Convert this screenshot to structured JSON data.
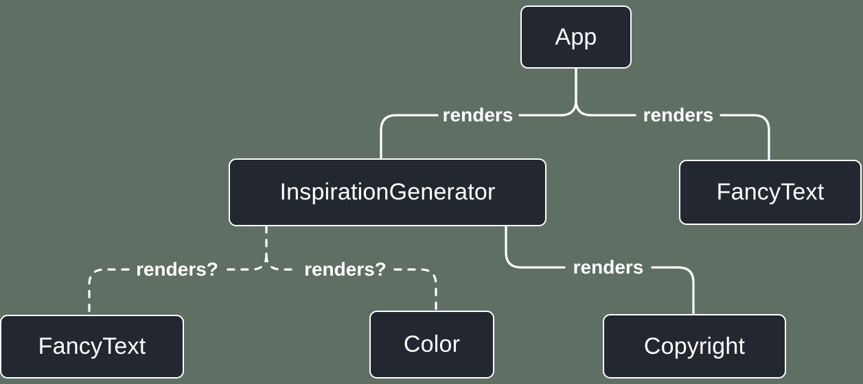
{
  "colors": {
    "background": "#5f6f64",
    "node_fill": "#23272f",
    "node_border": "#ffffff",
    "line": "#ffffff",
    "text": "#ffffff"
  },
  "diagram": {
    "type": "component-render-tree",
    "nodes": {
      "app": {
        "label": "App"
      },
      "inspiration_generator": {
        "label": "InspirationGenerator"
      },
      "fancy_text_top": {
        "label": "FancyText"
      },
      "fancy_text_bottom": {
        "label": "FancyText"
      },
      "color": {
        "label": "Color"
      },
      "copyright": {
        "label": "Copyright"
      }
    },
    "edges": {
      "app_to_inspiration": {
        "label": "renders",
        "style": "solid"
      },
      "app_to_fancytext": {
        "label": "renders",
        "style": "solid"
      },
      "inspiration_to_fancytext": {
        "label": "renders?",
        "style": "dashed"
      },
      "inspiration_to_color": {
        "label": "renders?",
        "style": "dashed"
      },
      "inspiration_to_copyright": {
        "label": "renders",
        "style": "solid"
      }
    }
  }
}
